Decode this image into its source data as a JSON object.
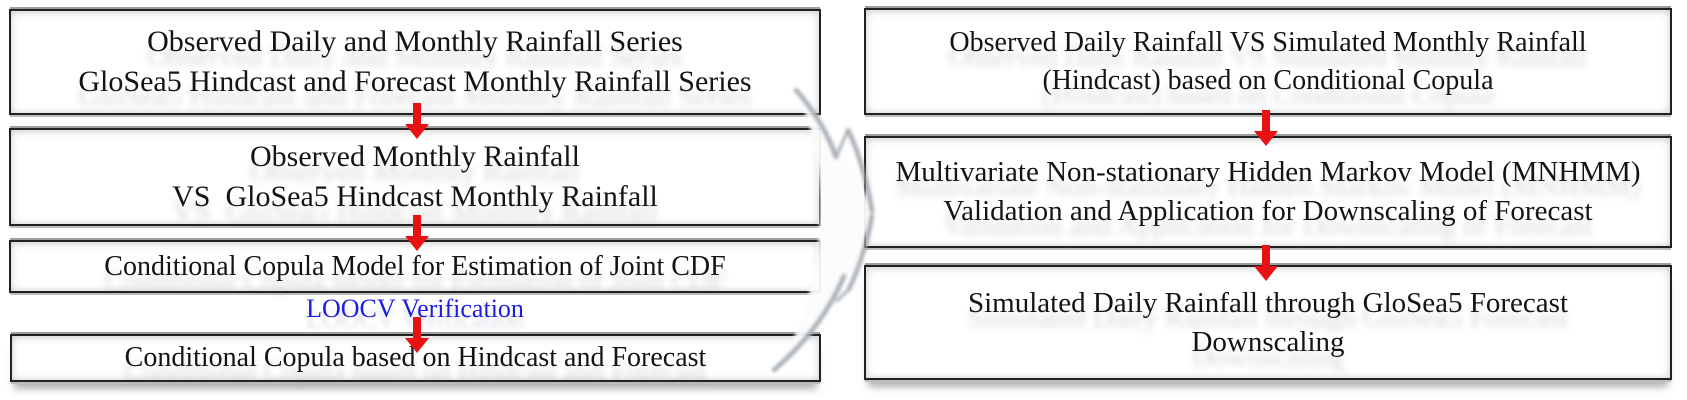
{
  "flow": {
    "left": {
      "boxes": [
        {
          "lines": [
            "Observed Daily and Monthly Rainfall Series",
            "GloSea5 Hindcast and Forecast Monthly Rainfall Series"
          ]
        },
        {
          "lines": [
            "Observed Monthly Rainfall",
            "VS  GloSea5 Hindcast Monthly Rainfall"
          ]
        },
        {
          "lines": [
            "Conditional Copula Model for Estimation of Joint CDF"
          ]
        },
        {
          "lines": [
            "Conditional Copula based on Hindcast and Forecast"
          ]
        }
      ],
      "loocv_label": "LOOCV Verification"
    },
    "right": {
      "boxes": [
        {
          "lines": [
            "Observed Daily Rainfall VS Simulated Monthly Rainfall",
            "(Hindcast) based on Conditional Copula"
          ]
        },
        {
          "lines": [
            "Multivariate Non-stationary Hidden Markov Model (MNHMM)",
            "Validation and Application for Downscaling of Forecast"
          ]
        },
        {
          "lines": [
            "Simulated Daily Rainfall through GloSea5 Forecast",
            "Downscaling"
          ]
        }
      ]
    },
    "colors": {
      "arrow_red": "#e81113",
      "loocv_blue": "#1d1de0",
      "box_border": "#212121",
      "chevron_gray": "#98a0a8",
      "text_black": "#141414",
      "background": "#ffffff"
    }
  }
}
